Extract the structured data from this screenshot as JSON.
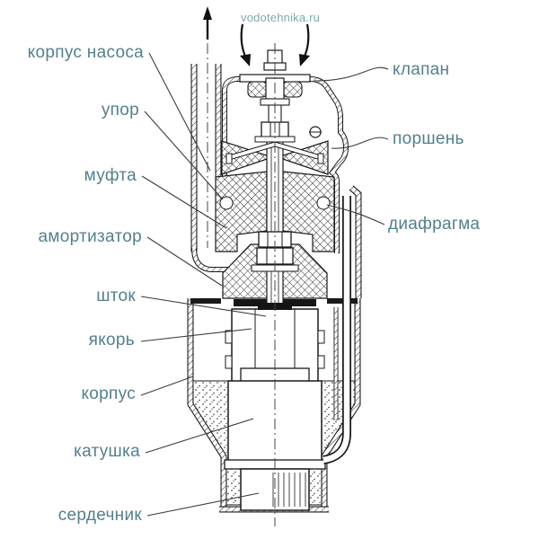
{
  "watermark": "vodotehnika.ru",
  "labels": {
    "korpus_nasosa": "корпус насоса",
    "upor": "упор",
    "mufta": "муфта",
    "amortizator": "амортизатор",
    "shtok": "шток",
    "yakor": "якорь",
    "korpus": "корпус",
    "katushka": "катушка",
    "serdechnik": "сердечник",
    "klapan": "клапан",
    "porshen": "поршень",
    "diafragma": "диафрагма"
  },
  "colors": {
    "label_text": "#53808d",
    "watermark_text": "#7fa9b3",
    "line_art": "#1a1a1a"
  }
}
